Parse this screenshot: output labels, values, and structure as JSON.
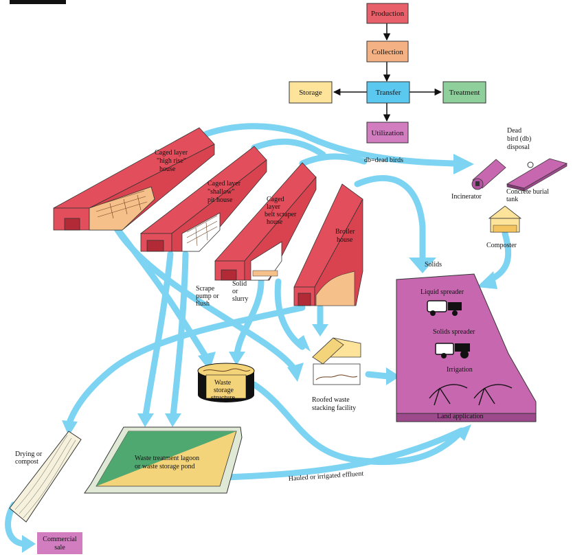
{
  "flow": {
    "production": "Production",
    "collection": "Collection",
    "transfer": "Transfer",
    "storage": "Storage",
    "treatment": "Treatment",
    "utilization": "Utilization"
  },
  "houses": {
    "high_rise": [
      "Caged layer",
      "\"high rise\"",
      "house"
    ],
    "shallow_pit": [
      "Caged layer",
      "\"shallow\"",
      "pit house"
    ],
    "belt_scraper": [
      "Caged",
      "layer",
      "belt scraper",
      "house"
    ],
    "broiler": [
      "Broiler",
      "house"
    ]
  },
  "dead_birds": {
    "arrow_label": "db=dead birds",
    "title": [
      "Dead",
      "bird (db)",
      "disposal"
    ],
    "incinerator": "Incinerator",
    "burial_tank": [
      "Concrete burial",
      "tank"
    ],
    "composter": "Composter"
  },
  "land_application": {
    "liquid_spreader": "Liquid spreader",
    "solids_spreader": "Solids spreader",
    "irrigation": "Irrigation",
    "base_label": "Land application",
    "solids_arrow": "Solids"
  },
  "flow_labels": {
    "scrape": [
      "Scrape",
      "pump or",
      "flush"
    ],
    "solid_slurry": [
      "Solid",
      "or",
      "slurry"
    ],
    "waste_storage": [
      "Waste",
      "storage",
      "structure"
    ],
    "roofed_stacking": [
      "Roofed waste",
      "stacking facility"
    ],
    "lagoon": [
      "Waste treatment lagoon",
      "or waste storage pond"
    ],
    "drying": [
      "Drying or",
      "compost"
    ],
    "commercial": [
      "Commercial",
      "sale"
    ],
    "hauled": "Hauled or irrigated effluent"
  },
  "colors": {
    "production": "#e8616a",
    "collection": "#f4b183",
    "transfer": "#5bc8f0",
    "storage": "#fde49a",
    "treatment": "#8fcf9b",
    "utilization": "#d17dc0",
    "barn": "#e24e5b",
    "arrow": "#7dd3f2",
    "land": "#c767b0",
    "lagoon_green": "#4fa870",
    "lagoon_yellow": "#f4d47a"
  }
}
